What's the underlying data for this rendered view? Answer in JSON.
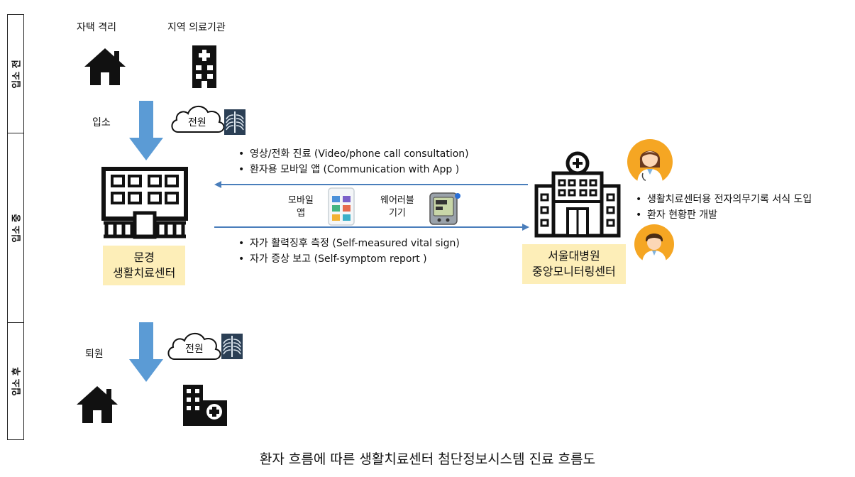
{
  "stages": [
    {
      "label": "입소 전"
    },
    {
      "label": "입소 중"
    },
    {
      "label": "입소 후"
    }
  ],
  "pre": {
    "home_label": "자택 격리",
    "hospital_label": "지역 의료기관",
    "admit_label": "입소",
    "transfer_label": "전원"
  },
  "center": {
    "name_line1": "문경",
    "name_line2": "생활치료센터"
  },
  "monitor": {
    "name_line1": "서울대병원",
    "name_line2": "중앙모니터링센터"
  },
  "top_bullets": [
    "영상/전화 진료 (Video/phone call consultation)",
    "환자용 모바일 앱 (Communication with App )"
  ],
  "bottom_bullets": [
    "자가 활력징후 측정 (Self-measured vital sign)",
    "자가 증상 보고 (Self-symptom report )"
  ],
  "right_bullets": [
    "생활치료센터용 전자의무기록 서식 도입",
    "환자 현황판 개발"
  ],
  "devices": {
    "mobile_line1": "모바일",
    "mobile_line2": "앱",
    "wearable_line1": "웨어러블",
    "wearable_line2": "기기"
  },
  "post": {
    "discharge_label": "퇴원",
    "transfer_label": "전원"
  },
  "caption": "환자 흐름에 따른 생활치료센터 첨단정보시스템 진료 흐름도",
  "colors": {
    "arrow_blue": "#5b9bd5",
    "line_blue": "#4a7ebb",
    "box_yellow": "#fdeeb8",
    "doctor_bg": "#f5a623"
  }
}
